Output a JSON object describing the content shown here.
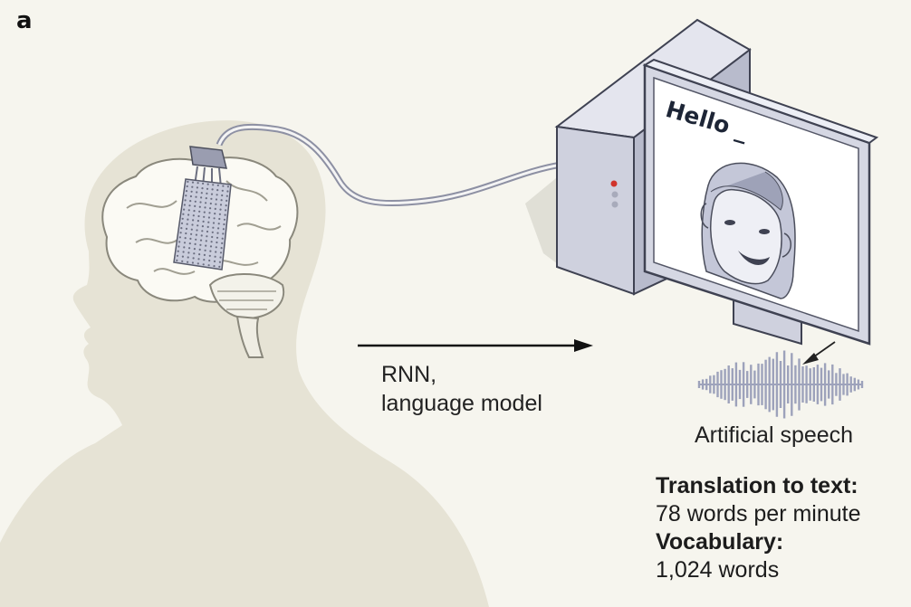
{
  "panel_label": "a",
  "arrow_label_line1": "RNN,",
  "arrow_label_line2": "language model",
  "screen_text": "Hello _",
  "speech_label": "Artificial speech",
  "stats": {
    "translation_heading": "Translation to text:",
    "translation_value": "78 words per minute",
    "vocabulary_heading": "Vocabulary:",
    "vocabulary_value": "1,024 words"
  },
  "colors": {
    "background": "#f6f5ee",
    "head_silhouette": "#e6e3d5",
    "brain_fill": "#fbfaf4",
    "electrode_array": "#c9ccdb",
    "device_body": "#cfd1de",
    "screen": "#ffffff",
    "indicator_red": "#d0342c",
    "waveform": "#9da2bb"
  }
}
